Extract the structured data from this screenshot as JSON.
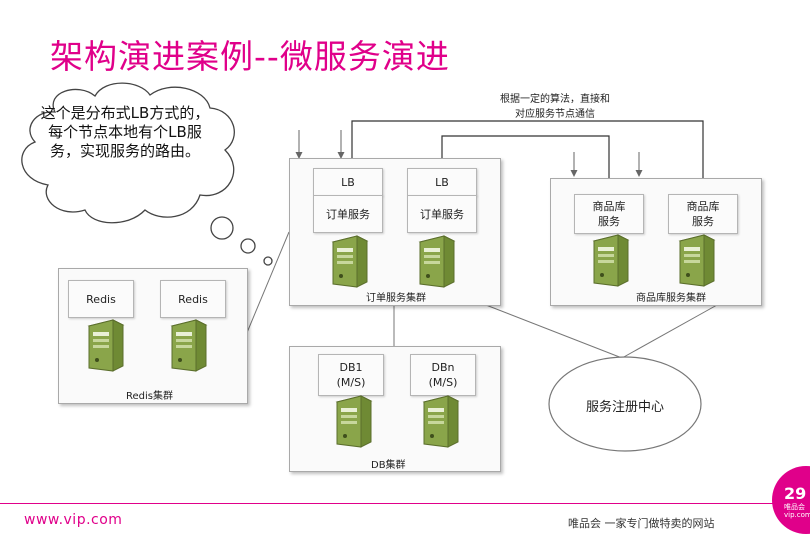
{
  "title": "架构演进案例--微服务演进",
  "thought_bubble": "这个是分布式LB方式的，每个节点本地有个LB服务，实现服务的路由。",
  "edge_label": {
    "line1": "根据一定的算法，直接和",
    "line2": "对应服务节点通信"
  },
  "order_cluster": {
    "label": "订单服务集群",
    "nodes": [
      {
        "lb": "LB",
        "service": "订单服务"
      },
      {
        "lb": "LB",
        "service": "订单服务"
      }
    ]
  },
  "product_cluster": {
    "label": "商品库服务集群",
    "nodes": [
      {
        "line1": "商品库",
        "line2": "服务"
      },
      {
        "line1": "商品库",
        "line2": "服务"
      }
    ]
  },
  "redis_cluster": {
    "label": "Redis集群",
    "nodes": [
      "Redis",
      "Redis"
    ]
  },
  "db_cluster": {
    "label": "DB集群",
    "nodes": [
      {
        "line1": "DB1",
        "line2": "(M/S)"
      },
      {
        "line1": "DBn",
        "line2": "(M/S)"
      }
    ]
  },
  "registry": "服务注册中心",
  "footer": {
    "website": "www.vip.com",
    "slogan": "唯品会 一家专门做特卖的网站",
    "page_number": "29",
    "badge_brand": "唯品会",
    "badge_url": "vip.com"
  },
  "colors": {
    "accent": "#e0008a",
    "server_green": "#8aa54a"
  }
}
